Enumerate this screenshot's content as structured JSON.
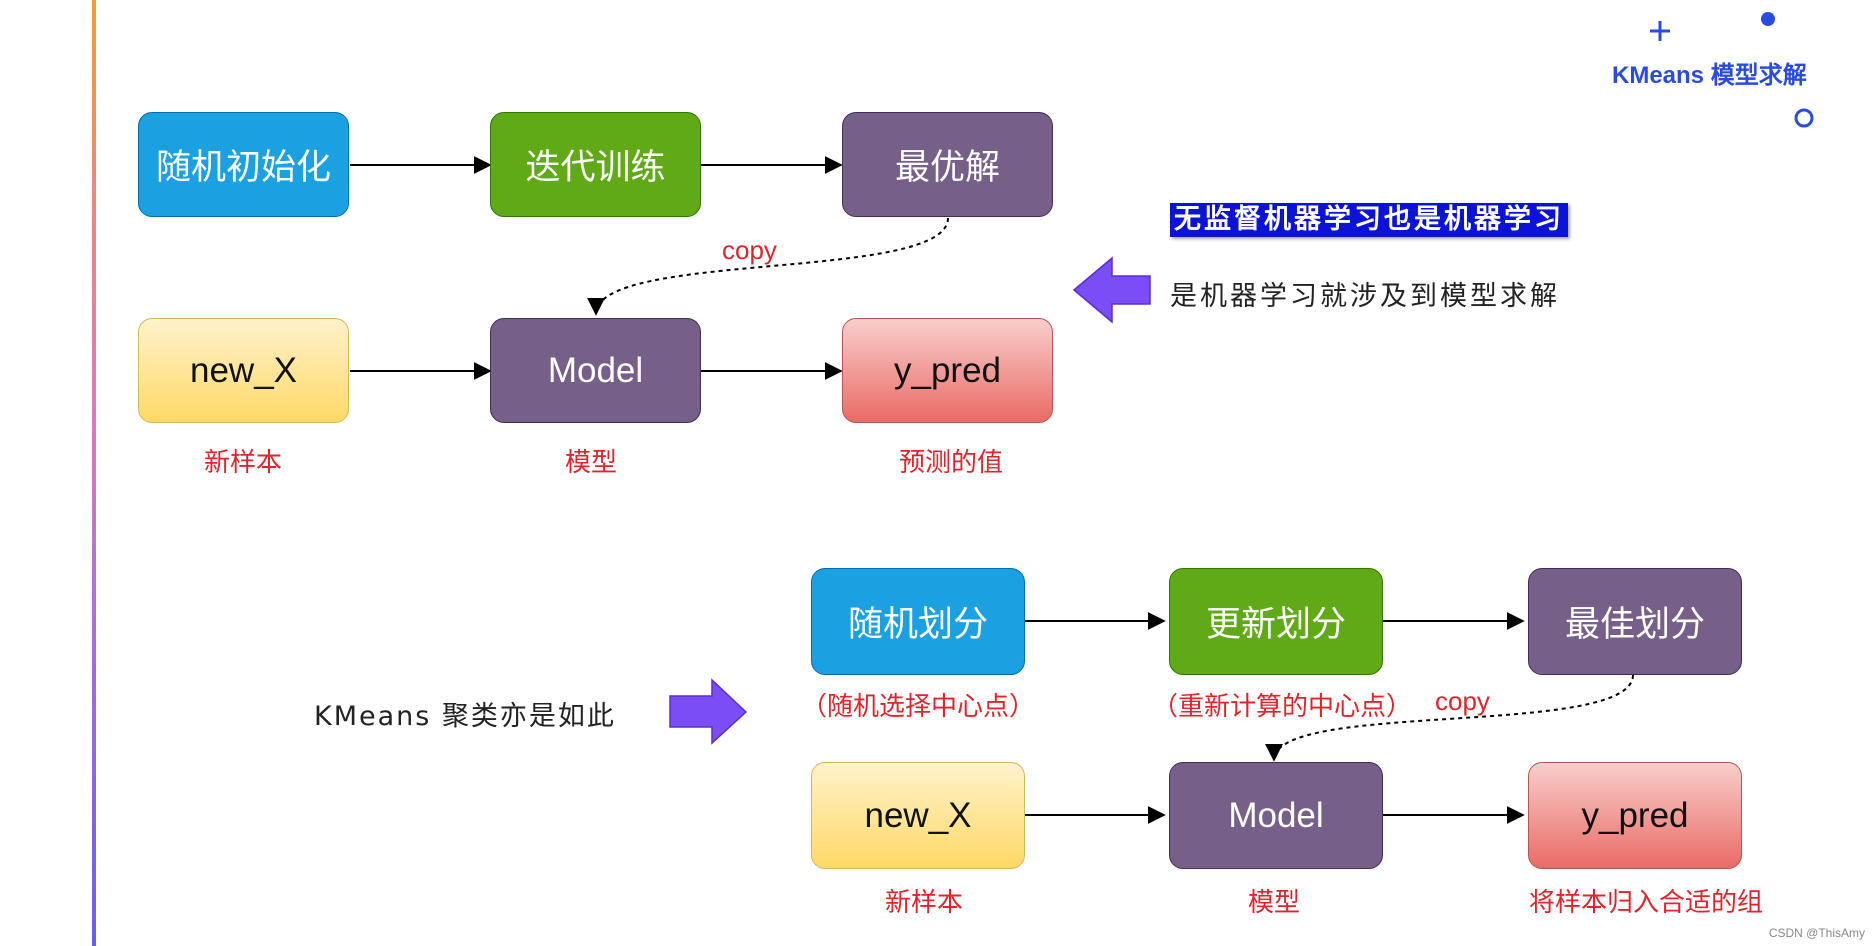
{
  "corner": {
    "title": "KMeans 模型求解"
  },
  "top_flow": {
    "row1": [
      "随机初始化",
      "迭代训练",
      "最优解"
    ],
    "row2": [
      "new_X",
      "Model",
      "y_pred"
    ],
    "captions": [
      "新样本",
      "模型",
      "预测的值"
    ],
    "copy_label": "copy"
  },
  "annotation": {
    "banner": "无监督机器学习也是机器学习",
    "note": "是机器学习就涉及到模型求解"
  },
  "bottom_flow": {
    "intro": "KMeans 聚类亦是如此",
    "row1": [
      "随机划分",
      "更新划分",
      "最佳划分"
    ],
    "row1_captions": [
      "（随机选择中心点）",
      "（重新计算的中心点）"
    ],
    "row2": [
      "new_X",
      "Model",
      "y_pred"
    ],
    "captions": [
      "新样本",
      "模型",
      "将样本归入合适的组"
    ],
    "copy_label": "copy"
  },
  "colors": {
    "blue": "#1ba1e2",
    "green": "#60a917",
    "purple": "#76608a",
    "yellow": "#ffd966",
    "red": "#ea6b66",
    "label_red": "#e0242b",
    "arrow_violet": "#7a4df5",
    "accent_blue": "#2a4be0"
  },
  "watermark": "CSDN @ThisAmy"
}
